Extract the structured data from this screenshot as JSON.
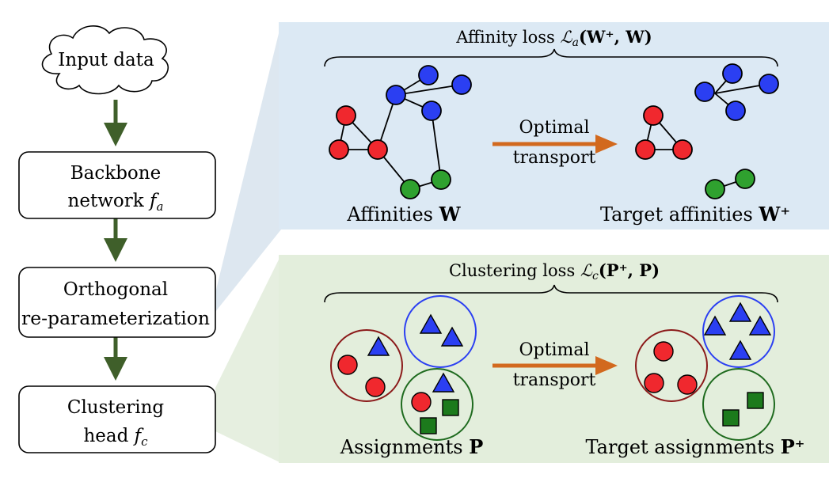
{
  "colors": {
    "affinity_panel": "#dce9f4",
    "clustering_panel": "#e3eedc",
    "shadow": "#dde7f0",
    "arrow_dark_green": "#3f5f2a",
    "arrow_orange": "#d2691e",
    "red": "#f0282e",
    "blue": "#2b3ff2",
    "green": "#2fa12f",
    "dark_green": "#1c7a1c",
    "circle_red": "#8b1a1a",
    "circle_blue": "#2b3ff2",
    "circle_green": "#1f6b1f"
  },
  "pipeline": {
    "input": "Input data",
    "backbone_line1": "Backbone",
    "backbone_line2": "network",
    "backbone_sym": "f",
    "backbone_sub": "a",
    "ortho_line1": "Orthogonal",
    "ortho_line2": "re-parameterization",
    "head_line1": "Clustering",
    "head_line2": "head",
    "head_sym": "f",
    "head_sub": "c"
  },
  "affinity": {
    "loss_prefix": "Affinity loss ",
    "loss_L": "ℒ",
    "loss_sub": "a",
    "loss_args": "(W⁺, W)",
    "transport_line1": "Optimal",
    "transport_line2": "transport",
    "left_caption": "Affinities ",
    "left_sym": "W",
    "right_caption": "Target affinities ",
    "right_sym": "W⁺"
  },
  "clustering": {
    "loss_prefix": "Clustering loss ",
    "loss_L": "ℒ",
    "loss_sub": "c",
    "loss_args": "(P⁺, P)",
    "transport_line1": "Optimal",
    "transport_line2": "transport",
    "left_caption": "Assignments ",
    "left_sym": "P",
    "right_caption": "Target assignments ",
    "right_sym": "P⁺"
  }
}
